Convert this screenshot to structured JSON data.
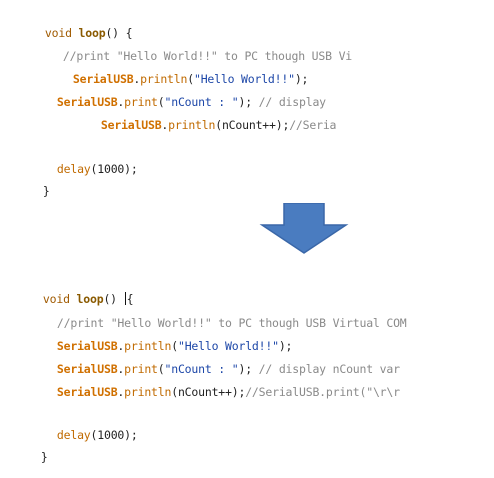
{
  "top_code": {
    "l1": {
      "kw": "void",
      "fn": "loop",
      "rest": "() {"
    },
    "l2": {
      "cmt": "//print \"Hello World!!\" to PC though USB Vi"
    },
    "l3": {
      "obj": "SerialUSB",
      "dot": ".",
      "meth": "println",
      "p1": "(",
      "str": "\"Hello World!!\"",
      "p2": ");"
    },
    "l4": {
      "obj": "SerialUSB",
      "dot": ".",
      "meth": "print",
      "p1": "(",
      "str": "\"nCount : \"",
      "p2": "); ",
      "cmt": "// display"
    },
    "l5": {
      "obj": "SerialUSB",
      "dot": ".",
      "meth": "println",
      "p1": "(nCount++);",
      "cmt": "//Seria"
    },
    "l6": {
      "meth": "delay",
      "p1": "(1000);"
    },
    "l7": {
      "plain": "}"
    }
  },
  "bottom_code": {
    "l1": {
      "kw": "void",
      "fn": "loop",
      "p1": "() ",
      "brace": "{"
    },
    "l2": {
      "cmt": "//print \"Hello World!!\" to PC though USB Virtual COM"
    },
    "l3": {
      "obj": "SerialUSB",
      "dot": ".",
      "meth": "println",
      "p1": "(",
      "str": "\"Hello World!!\"",
      "p2": ");"
    },
    "l4": {
      "obj": "SerialUSB",
      "dot": ".",
      "meth": "print",
      "p1": "(",
      "str": "\"nCount : \"",
      "p2": "); ",
      "cmt": "// display nCount var"
    },
    "l5": {
      "obj": "SerialUSB",
      "dot": ".",
      "meth": "println",
      "p1": "(nCount++);",
      "cmt": "//SerialUSB.print(\"\\r\\r"
    },
    "l6": {
      "meth": "delay",
      "p1": "(1000);"
    },
    "l7": {
      "plain": "}"
    }
  },
  "arrow": {
    "icon": "down-arrow-icon",
    "color": "#4a7cc0"
  }
}
